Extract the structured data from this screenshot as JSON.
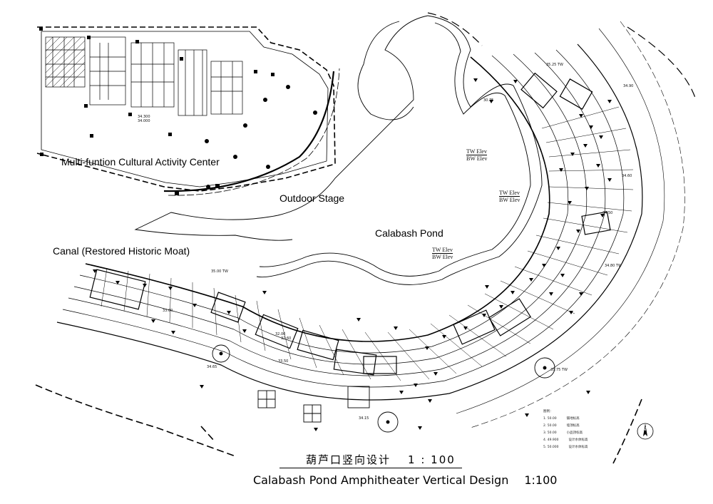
{
  "labels": {
    "cultural_center": "Multi-funtion Cultural  Activity Center",
    "outdoor_stage": "Outdoor Stage",
    "pond": "Calabash Pond",
    "canal": "Canal (Restored Historic Moat)"
  },
  "elevation_tags": [
    {
      "top": "TW Elev",
      "bottom": "BW Elev"
    },
    {
      "top": "TW Elev",
      "bottom": "BW Elev"
    },
    {
      "top": "TW Elev",
      "bottom": "BW Elev"
    }
  ],
  "spot_levels": [
    "34.300",
    "34.000",
    "35.00 TW",
    "34.65",
    "33.50",
    "34.15",
    "35.75 TW",
    "34.60",
    "33.00",
    "30.75",
    "34.50",
    "32.00",
    "32.60",
    "34.90",
    "34.80 TW",
    "35.25 TW"
  ],
  "legend": {
    "title": "图例：",
    "rows": [
      {
        "value": "1.  50.00",
        "desc": "铺地标高"
      },
      {
        "value": "2.  50.00",
        "desc": "墙顶标高"
      },
      {
        "value": "3.  50.00",
        "desc": "小品顶标高"
      },
      {
        "value": "4.  49.900",
        "desc": "设计水体标高"
      },
      {
        "value": "5.  50.000",
        "desc": "设计水体标高"
      }
    ]
  },
  "title": {
    "cn": "葫芦口竖向设计",
    "en": "Calabash Pond Amphitheater Vertical Design",
    "scale": "1 : 100",
    "scale_en": "1:100"
  },
  "north_label": "N"
}
